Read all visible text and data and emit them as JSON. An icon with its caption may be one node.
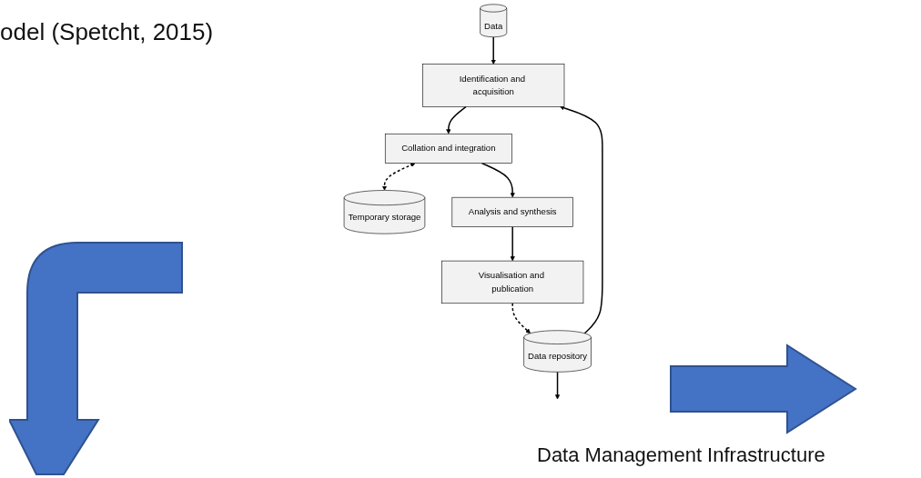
{
  "diagram": {
    "title": "odel (Spetcht, 2015)",
    "nodes": [
      {
        "text": [
          "Data"
        ]
      },
      {
        "text": [
          "Data repository"
        ]
      },
      {
        "text": [
          "Identification and acquisition"
        ]
      },
      {
        "text": [
          "Collation and integration"
        ]
      },
      {
        "text": [
          "Temporary storage"
        ]
      },
      {
        "text": [
          "Analysis and synthesis"
        ]
      },
      {
        "text": [
          "Visualisation and publication"
        ]
      }
    ],
    "edges": [
      {
        "from": 0,
        "to": 2,
        "arrow": "to"
      },
      {
        "from": 1,
        "to": 2,
        "arrow": "to"
      },
      {
        "from": 1,
        "to": null,
        "arrow": "to"
      },
      {
        "from": 2,
        "to": 3,
        "arrow": "to"
      },
      {
        "from": 3,
        "to": 4,
        "arrow": "both",
        "style": "dashed"
      },
      {
        "from": 3,
        "to": 5,
        "arrow": "to"
      },
      {
        "from": 5,
        "to": 6,
        "arrow": "to"
      },
      {
        "from": 6,
        "to": 1,
        "arrow": "to",
        "style": "dashed"
      }
    ],
    "labels": [
      "Data Management Infrastructure"
    ]
  }
}
